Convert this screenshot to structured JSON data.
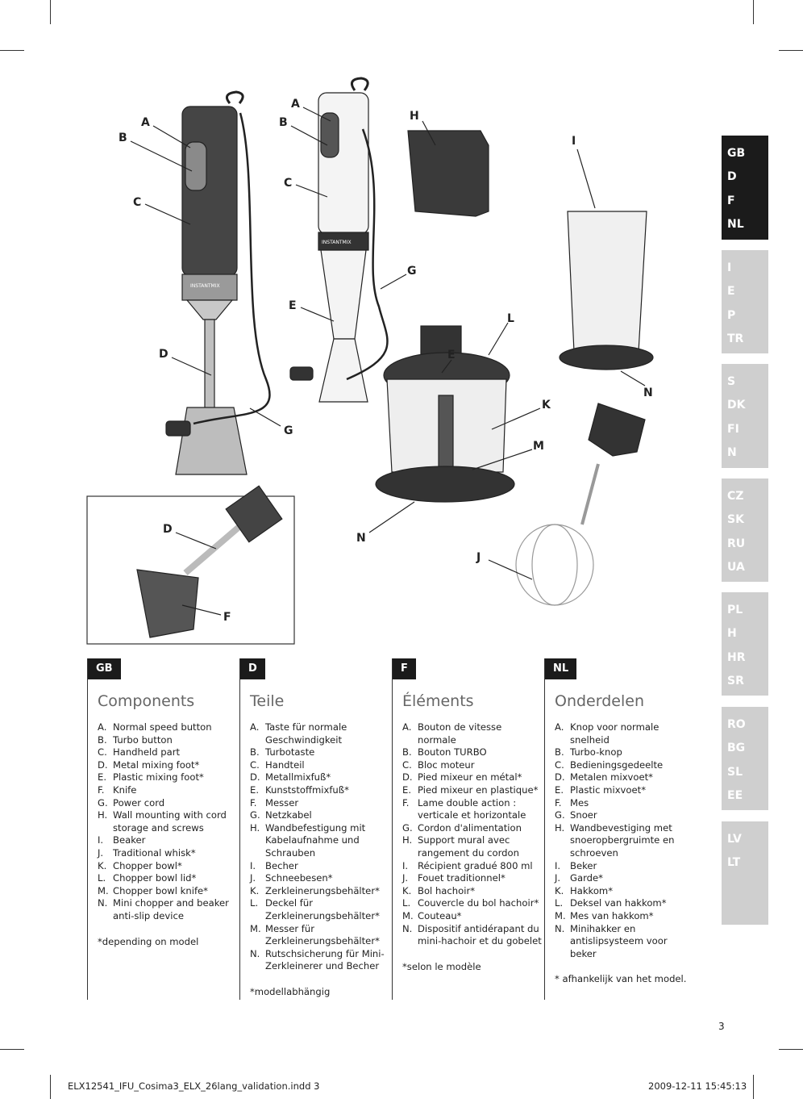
{
  "illustration": {
    "brand": "INSTANTMIX",
    "callouts": {
      "b1_A": "A",
      "b1_B": "B",
      "b1_C": "C",
      "b1_D": "D",
      "b1_G": "G",
      "b2_A": "A",
      "b2_B": "B",
      "b2_C": "C",
      "b2_E": "E",
      "b2_G": "G",
      "H": "H",
      "I": "I",
      "L": "L",
      "E": "E",
      "K": "K",
      "M": "M",
      "N1": "N",
      "N2": "N",
      "J": "J",
      "inset_D": "D",
      "inset_F": "F"
    }
  },
  "side_tabs": [
    {
      "langs": [
        "GB",
        "D",
        "F",
        "NL"
      ],
      "active": true
    },
    {
      "langs": [
        "I",
        "E",
        "P",
        "TR"
      ]
    },
    {
      "langs": [
        "S",
        "DK",
        "FI",
        "N"
      ]
    },
    {
      "langs": [
        "CZ",
        "SK",
        "RU",
        "UA"
      ]
    },
    {
      "langs": [
        "PL",
        "H",
        "HR",
        "SR"
      ]
    },
    {
      "langs": [
        "RO",
        "BG",
        "SL",
        "EE"
      ]
    },
    {
      "langs": [
        "LV",
        "LT"
      ]
    }
  ],
  "columns": [
    {
      "tab": "GB",
      "title": "Components",
      "items": [
        [
          "A.",
          "Normal speed button"
        ],
        [
          "B.",
          "Turbo button"
        ],
        [
          "C.",
          "Handheld part"
        ],
        [
          "D.",
          "Metal mixing foot*"
        ],
        [
          "E.",
          "Plastic mixing foot*"
        ],
        [
          "F.",
          "Knife"
        ],
        [
          "G.",
          "Power cord"
        ],
        [
          "H.",
          "Wall mounting with cord storage and screws"
        ],
        [
          "I.",
          "Beaker"
        ],
        [
          "J.",
          "Traditional whisk*"
        ],
        [
          "K.",
          "Chopper bowl*"
        ],
        [
          "L.",
          "Chopper bowl lid*"
        ],
        [
          "M.",
          "Chopper bowl knife*"
        ],
        [
          "N.",
          "Mini chopper and beaker anti-slip device"
        ]
      ],
      "note": "*depending on model"
    },
    {
      "tab": "D",
      "title": "Teile",
      "items": [
        [
          "A.",
          "Taste für normale Geschwindigkeit"
        ],
        [
          "B.",
          "Turbotaste"
        ],
        [
          "C.",
          "Handteil"
        ],
        [
          "D.",
          "Metallmixfuß*"
        ],
        [
          "E.",
          "Kunststoffmixfuß*"
        ],
        [
          "F.",
          "Messer"
        ],
        [
          "G.",
          "Netzkabel"
        ],
        [
          "H.",
          "Wandbefestigung mit Kabelaufnahme und Schrauben"
        ],
        [
          "I.",
          "Becher"
        ],
        [
          "J.",
          "Schneebesen*"
        ],
        [
          "K.",
          "Zerkleinerungsbehälter*"
        ],
        [
          "L.",
          "Deckel für Zerkleinerungsbehälter*"
        ],
        [
          "M.",
          "Messer für Zerkleinerungsbehälter*"
        ],
        [
          "N.",
          "Rutschsicherung für Mini-Zerkleinerer und Becher"
        ]
      ],
      "note": "*modellabhängig"
    },
    {
      "tab": "F",
      "title": "Éléments",
      "items": [
        [
          "A.",
          "Bouton de vitesse normale"
        ],
        [
          "B.",
          "Bouton TURBO"
        ],
        [
          "C.",
          "Bloc moteur"
        ],
        [
          "D.",
          "Pied mixeur en métal*"
        ],
        [
          "E.",
          "Pied mixeur en plastique*"
        ],
        [
          "F.",
          "Lame double action : verticale et horizontale"
        ],
        [
          "G.",
          "Cordon d'alimentation"
        ],
        [
          "H.",
          "Support mural avec rangement du cordon"
        ],
        [
          "I.",
          "Récipient gradué 800 ml"
        ],
        [
          "J.",
          "Fouet traditionnel*"
        ],
        [
          "K.",
          "Bol hachoir*"
        ],
        [
          "L.",
          "Couvercle du bol hachoir*"
        ],
        [
          "M.",
          "Couteau*"
        ],
        [
          "N.",
          "Dispositif antidérapant du mini-hachoir et du gobelet"
        ]
      ],
      "note": "*selon le modèle"
    },
    {
      "tab": "NL",
      "title": "Onderdelen",
      "items": [
        [
          "A.",
          "Knop voor normale snelheid"
        ],
        [
          "B.",
          "Turbo-knop"
        ],
        [
          "C.",
          "Bedieningsgedeelte"
        ],
        [
          "D.",
          "Metalen mixvoet*"
        ],
        [
          "E.",
          "Plastic mixvoet*"
        ],
        [
          "F.",
          "Mes"
        ],
        [
          "G.",
          "Snoer"
        ],
        [
          "H.",
          "Wandbevestiging met snoeropbergruimte en schroeven"
        ],
        [
          "I.",
          "Beker"
        ],
        [
          "J.",
          "Garde*"
        ],
        [
          "K.",
          "Hakkom*"
        ],
        [
          "L.",
          "Deksel van hakkom*"
        ],
        [
          "M.",
          "Mes van hakkom*"
        ],
        [
          "N.",
          "Minihakker en antislipsysteem voor beker"
        ]
      ],
      "note": "* afhankelijk van het model."
    }
  ],
  "page_number": "3",
  "footer": {
    "file": "ELX12541_IFU_Cosima3_ELX_26lang_validation.indd   3",
    "date": "2009-12-11   15:45:13"
  }
}
